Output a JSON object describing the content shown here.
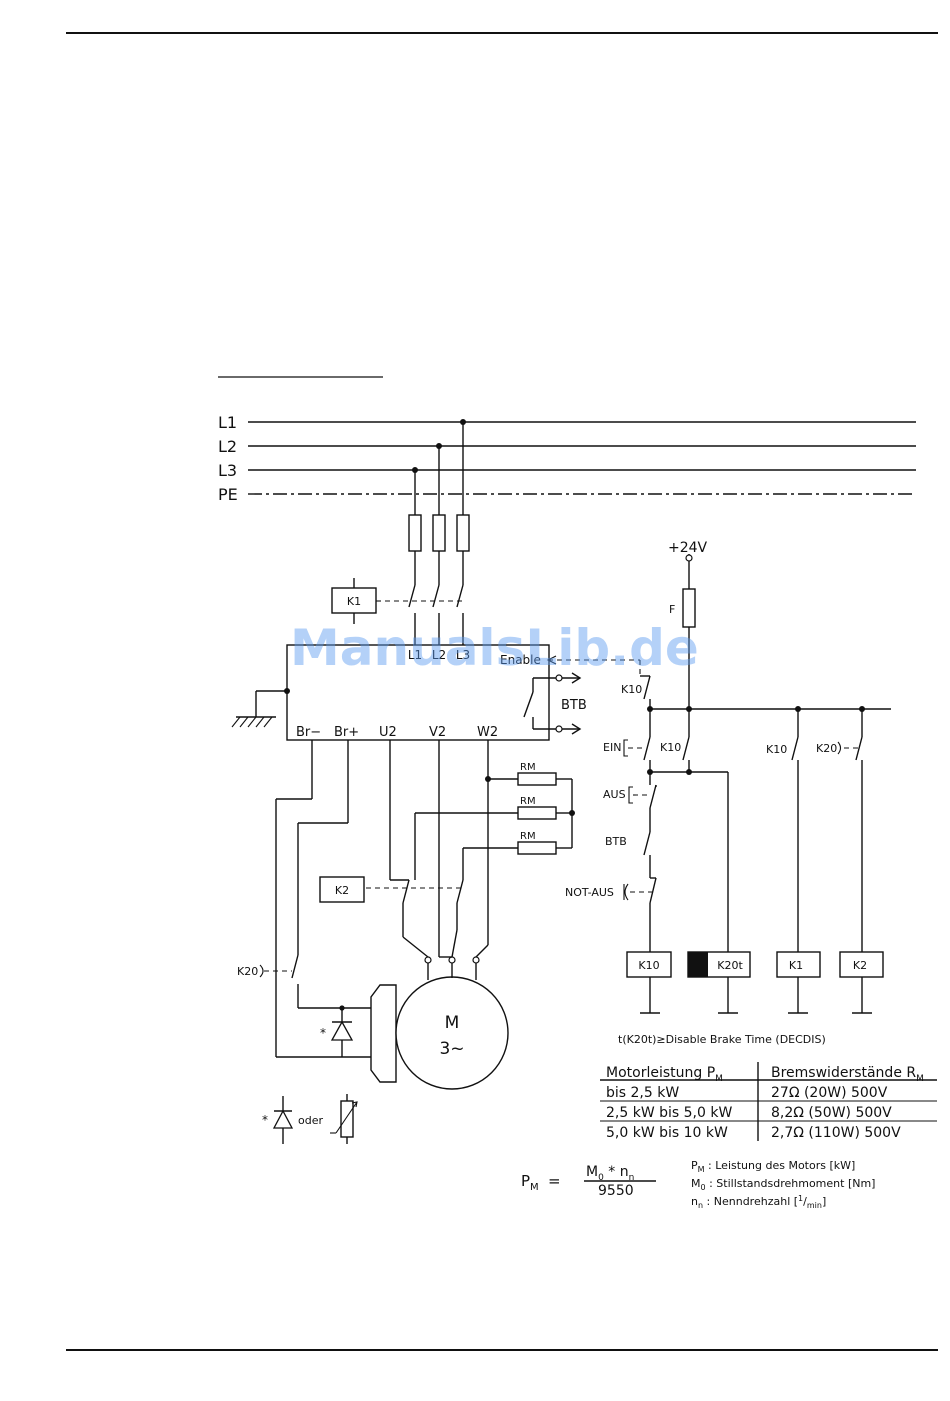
{
  "watermark": "ManualsLib.de",
  "bus": {
    "l1": "L1",
    "l2": "L2",
    "l3": "L3",
    "pe": "PE"
  },
  "contactors": {
    "k1": "K1",
    "k2": "K2",
    "k10": "K10",
    "k20": "K20",
    "k20t": "K20t"
  },
  "drive": {
    "in1": "L1",
    "in2": "L2",
    "in3": "L3",
    "enable": "Enable",
    "btb": "BTB",
    "terminals": [
      "Br−",
      "Br+",
      "U2",
      "V2",
      "W2"
    ]
  },
  "resistors": [
    "RM",
    "RM",
    "RM"
  ],
  "control": {
    "supply": "+24V",
    "fuse": "F",
    "ein": "EIN",
    "aus": "AUS",
    "btb": "BTB",
    "not_aus": "NOT-AUS"
  },
  "motor": {
    "m": "M",
    "phase": "3~",
    "oder": "oder",
    "star": "*"
  },
  "note": "t(K20t)≥Disable Brake Time (DECDIS)",
  "table": {
    "headers": [
      {
        "main": "Motorleistung P",
        "sub": "M"
      },
      {
        "main": "Bremswiderstände R",
        "sub": "M"
      }
    ],
    "rows": [
      [
        "bis 2,5 kW",
        "27Ω (20W) 500V"
      ],
      [
        "2,5 kW bis 5,0 kW",
        "8,2Ω (50W) 500V"
      ],
      [
        "5,0 kW bis 10 kW",
        "2,7Ω (110W) 500V"
      ]
    ]
  },
  "formula": {
    "lhs": "P",
    "lhs_sub": "M",
    "eq": "=",
    "num_m": "M",
    "num_m_sub": "0",
    "num_mid": " * n",
    "num_n_sub": "n",
    "den": "9550",
    "legend": [
      {
        "sym": "P",
        "sub": "M",
        "text": " : Leistung des Motors [kW]"
      },
      {
        "sym": "M",
        "sub": "0",
        "text": " : Stillstandsdrehmoment [Nm]"
      },
      {
        "sym": "n",
        "sub": "n",
        "text": " : Nenndrehzahl [",
        "sup": "1",
        "tail": "/",
        "sub2": "min",
        "end": "]"
      }
    ]
  }
}
